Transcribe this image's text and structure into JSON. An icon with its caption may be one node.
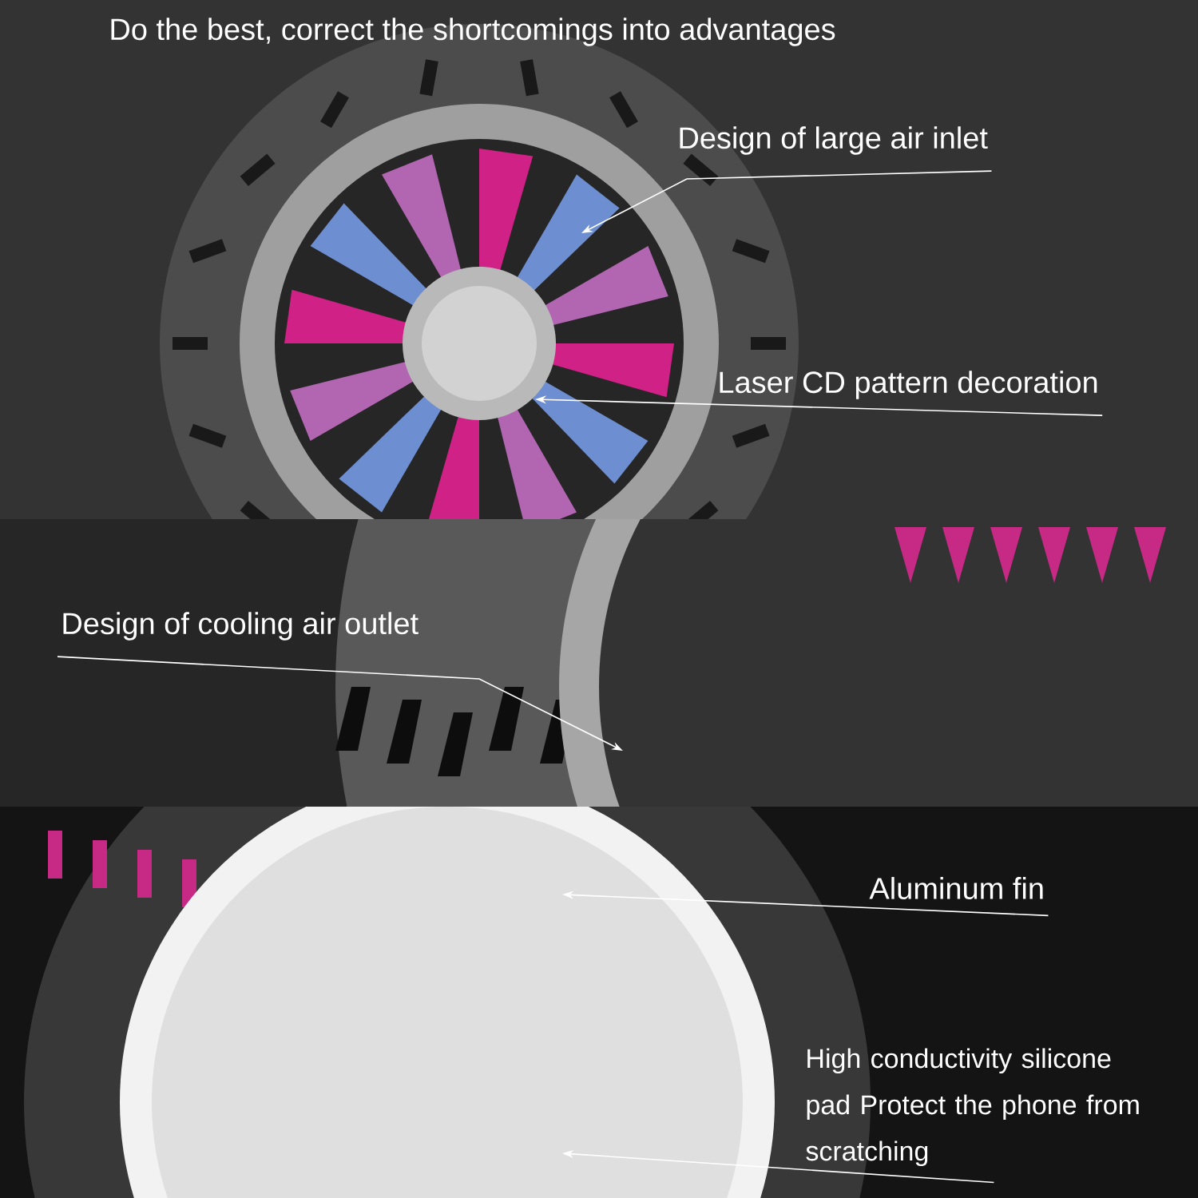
{
  "diagram": {
    "title": "Do the best, correct the shortcomings into advantages",
    "nodes": [
      {
        "text": [
          "Design of large air inlet"
        ]
      },
      {
        "text": [
          "Laser CD pattern decoration"
        ]
      },
      {
        "text": [
          "Design of cooling air outlet"
        ]
      },
      {
        "text": [
          "Aluminum fin"
        ]
      },
      {
        "text": [
          "High conductivity silicone pad Protect the phone from scratching"
        ]
      }
    ],
    "edges": [
      {
        "from": 0,
        "to": null,
        "arrow": "to"
      },
      {
        "from": 1,
        "to": null,
        "arrow": "to"
      },
      {
        "from": 2,
        "to": null,
        "arrow": "to"
      },
      {
        "from": 3,
        "to": null,
        "arrow": "to"
      },
      {
        "from": 4,
        "to": null,
        "arrow": "to"
      }
    ]
  }
}
